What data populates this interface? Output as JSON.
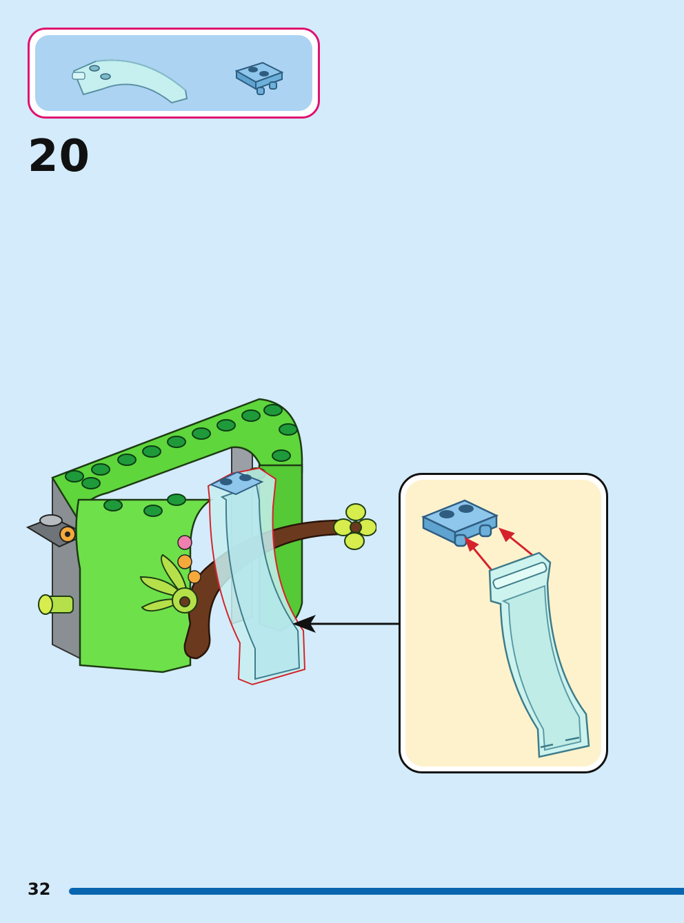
{
  "step": {
    "number": "20"
  },
  "page": {
    "number": "32"
  },
  "parts_list": {
    "items": [
      {
        "name": "transparent-curved-slide",
        "color": "#bfeeee"
      },
      {
        "name": "medium-azure-plate-with-clips",
        "color": "#7fb9e2"
      }
    ]
  },
  "colors": {
    "page_background": "#d3ebfa",
    "parts_frame": "#e0116f",
    "parts_fill": "#acd3f2",
    "callout_fill": "#fef2cd",
    "model_green": "#5fd63c",
    "model_dark_green": "#1f9a3a",
    "trunk_brown": "#6b3a1e",
    "highlight_red": "#d4232b",
    "progress_bar": "#0a65b0"
  }
}
